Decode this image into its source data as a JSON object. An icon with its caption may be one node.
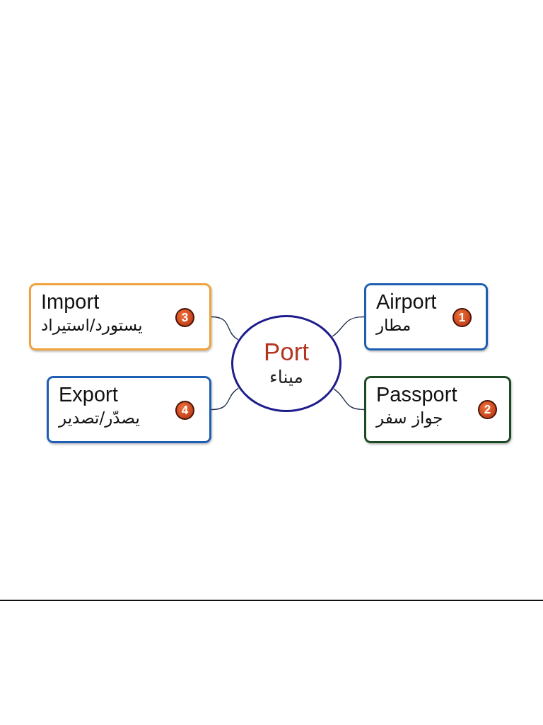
{
  "diagram": {
    "nodes": [
      {
        "text": [
          "Port",
          "ميناء"
        ]
      },
      {
        "text": [
          "Airport",
          "مطار"
        ]
      },
      {
        "text": [
          "1"
        ],
        "in": 1
      },
      {
        "text": [
          "Passport",
          "جواز سفر"
        ]
      },
      {
        "text": [
          "2"
        ],
        "in": 3
      },
      {
        "text": [
          "Import",
          "يستورد/استيراد"
        ]
      },
      {
        "text": [
          "3"
        ],
        "in": 5
      },
      {
        "text": [
          "Export",
          "يصدّر/تصدير"
        ]
      },
      {
        "text": [
          "4"
        ],
        "in": 7
      }
    ],
    "edges": [
      {
        "from": 0,
        "to": 1,
        "arrow": "none"
      },
      {
        "from": 0,
        "to": 3,
        "arrow": "none"
      },
      {
        "from": 0,
        "to": 5,
        "arrow": "none"
      },
      {
        "from": 0,
        "to": 7,
        "arrow": "none"
      }
    ]
  }
}
